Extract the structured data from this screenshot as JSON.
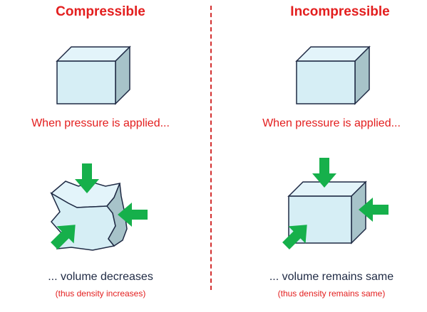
{
  "colors": {
    "accent_red": "#e31e1e",
    "body_text": "#1f2a44",
    "cube_face": "#d6eef5",
    "cube_side": "#a7c3c9",
    "arrow_green": "#16b04b",
    "divider": "#d32f2f"
  },
  "left": {
    "title": "Compressible",
    "caption_pressure": "When pressure is applied...",
    "caption_result": "... volume decreases",
    "caption_note": "(thus density increases)"
  },
  "right": {
    "title": "Incompressible",
    "caption_pressure": "When pressure is applied...",
    "caption_result": "... volume remains same",
    "caption_note": "(thus density remains same)"
  }
}
